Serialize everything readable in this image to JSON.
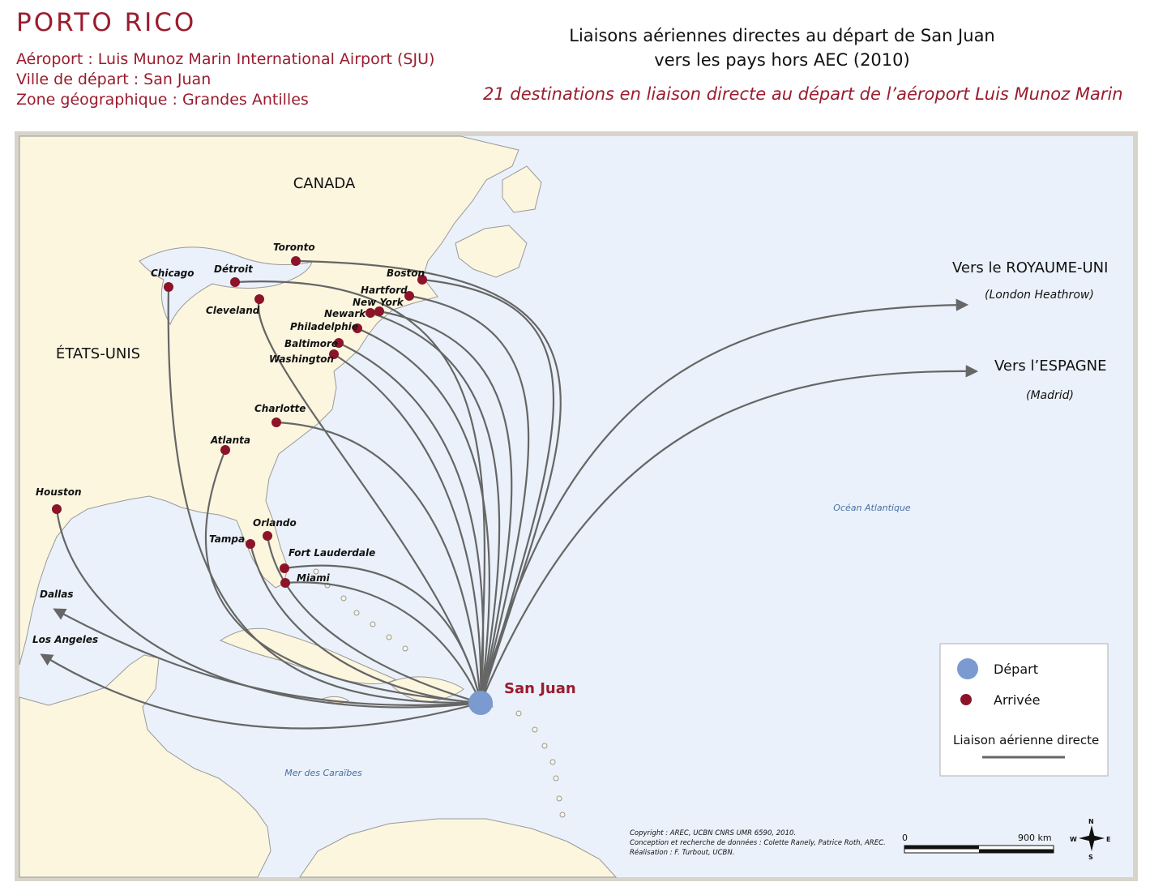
{
  "header": {
    "country": "PORTO RICO",
    "airport": "Aéroport : Luis Munoz Marin International Airport (SJU)",
    "departure_city": "Ville de départ : San Juan",
    "zone": "Zone géographique : Grandes Antilles",
    "title_line1": "Liaisons aériennes directes au départ de San Juan",
    "title_line2": "vers les pays hors AEC (2010)",
    "subtitle": "21 destinations en liaison directe au départ de l’aéroport Luis Munoz Marin"
  },
  "map": {
    "region_labels": {
      "canada": "CANADA",
      "usa": "ÉTATS-UNIS",
      "atlantic": "Océan Atlantique",
      "caribbean": "Mer des Caraïbes"
    },
    "origin": {
      "name": "San Juan"
    },
    "destinations": [
      "Toronto",
      "Chicago",
      "Détroit",
      "Cleveland",
      "Boston",
      "Hartford",
      "New York",
      "Newark",
      "Philadelphie",
      "Baltimore",
      "Washington",
      "Charlotte",
      "Atlanta",
      "Houston",
      "Orlando",
      "Tampa",
      "Fort Lauderdale",
      "Miami"
    ],
    "offmap_destinations": [
      {
        "label": "Dallas"
      },
      {
        "label": "Los Angeles"
      },
      {
        "label": "Vers le ROYAUME-UNI",
        "sub": "(London Heathrow)"
      },
      {
        "label": "Vers l’ESPAGNE",
        "sub": "(Madrid)"
      }
    ]
  },
  "legend": {
    "departure": "Départ",
    "arrival": "Arrivée",
    "route": "Liaison aérienne directe"
  },
  "scale": {
    "start": "0",
    "end": "900 km"
  },
  "compass": {
    "n": "N",
    "s": "S",
    "e": "E",
    "w": "W"
  },
  "credits": [
    "Copyright : AREC, UCBN CNRS UMR 6590, 2010.",
    "Conception et recherche de données : Colette Ranely, Patrice Roth, AREC.",
    "Réalisation : F. Turbout, UCBN."
  ],
  "colors": {
    "brand": "#9a1c2e",
    "land": "#fcf6df",
    "sea": "#eaf1fa",
    "route": "#666666",
    "departure_dot": "#7b9ad0",
    "arrival_dot": "#8c1428"
  }
}
